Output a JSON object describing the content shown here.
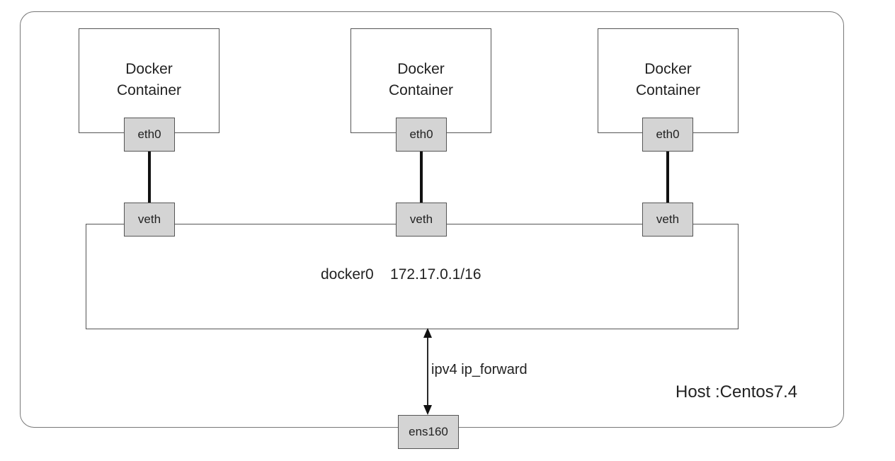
{
  "containers": [
    {
      "line1": "Docker",
      "line2": "Container",
      "iface": "eth0",
      "veth": "veth"
    },
    {
      "line1": "Docker",
      "line2": "Container",
      "iface": "eth0",
      "veth": "veth"
    },
    {
      "line1": "Docker",
      "line2": "Container",
      "iface": "eth0",
      "veth": "veth"
    }
  ],
  "bridge": {
    "label": "docker0    172.17.0.1/16"
  },
  "forward": {
    "label": "ipv4 ip_forward"
  },
  "host": {
    "label": "Host :Centos7.4",
    "nic": "ens160"
  }
}
